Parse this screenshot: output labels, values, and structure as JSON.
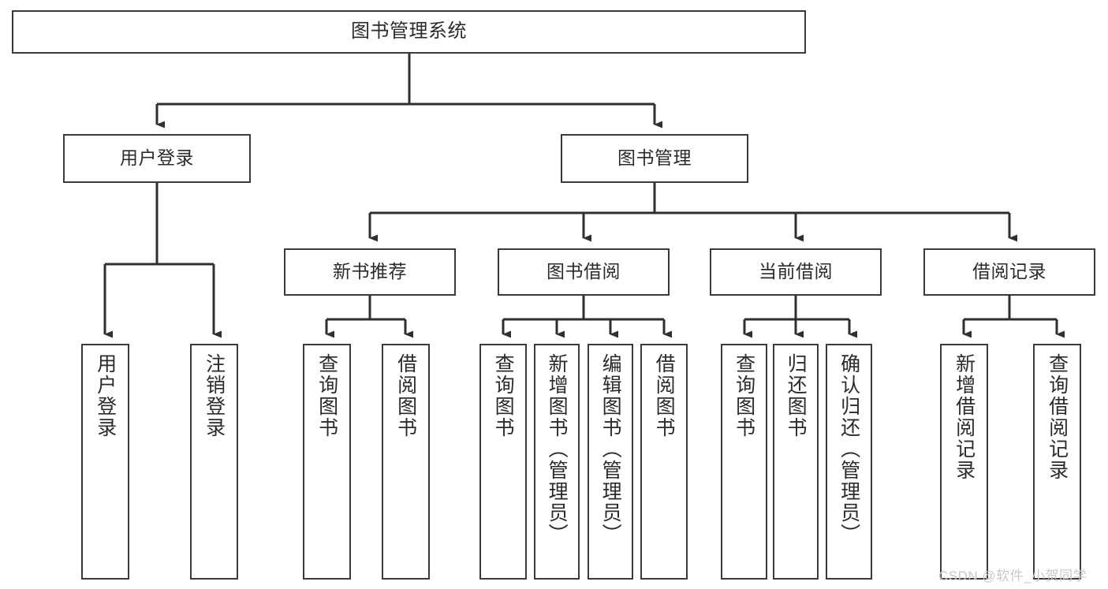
{
  "diagram": {
    "title": "图书管理系统",
    "type": "tree-hierarchy-diagram",
    "colors": {
      "background": "#ffffff",
      "box_border": "#3a3a3a",
      "box_fill": "#ffffff",
      "text": "#2b2b2b",
      "connector": "#2f2f2f",
      "watermark": "#c9c9c9"
    },
    "levels": {
      "root": {
        "label": "图书管理系统"
      },
      "level2": [
        {
          "id": "user-login",
          "label": "用户登录"
        },
        {
          "id": "book-management",
          "label": "图书管理"
        }
      ],
      "level3": [
        {
          "id": "new-book-recommend",
          "label": "新书推荐"
        },
        {
          "id": "book-borrow",
          "label": "图书借阅"
        },
        {
          "id": "current-borrow",
          "label": "当前借阅"
        },
        {
          "id": "borrow-record",
          "label": "借阅记录"
        }
      ],
      "leaves": [
        {
          "id": "leaf-user-login",
          "label": "用户登录",
          "parent": "user-login"
        },
        {
          "id": "leaf-logout-login",
          "label": "注销登录",
          "parent": "user-login"
        },
        {
          "id": "leaf-query-book-1",
          "label": "查询图书",
          "parent": "new-book-recommend"
        },
        {
          "id": "leaf-borrow-book-1",
          "label": "借阅图书",
          "parent": "new-book-recommend"
        },
        {
          "id": "leaf-query-book-2",
          "label": "查询图书",
          "parent": "book-borrow"
        },
        {
          "id": "leaf-add-book",
          "label": "新增图书（管理员）",
          "parent": "book-borrow"
        },
        {
          "id": "leaf-edit-book",
          "label": "编辑图书（管理员）",
          "parent": "book-borrow"
        },
        {
          "id": "leaf-borrow-book-2",
          "label": "借阅图书",
          "parent": "book-borrow"
        },
        {
          "id": "leaf-query-book-3",
          "label": "查询图书",
          "parent": "current-borrow"
        },
        {
          "id": "leaf-return-book",
          "label": "归还图书",
          "parent": "current-borrow"
        },
        {
          "id": "leaf-confirm-return",
          "label": "确认归还（管理员）",
          "parent": "current-borrow"
        },
        {
          "id": "leaf-add-record",
          "label": "新增借阅记录",
          "parent": "borrow-record"
        },
        {
          "id": "leaf-query-record",
          "label": "查询借阅记录",
          "parent": "borrow-record"
        }
      ]
    },
    "watermark": "CSDN @软件_小贺同学"
  }
}
